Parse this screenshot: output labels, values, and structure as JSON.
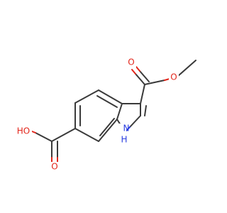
{
  "molecule": {
    "labels": {
      "ester_carbonyl_o": "O",
      "ester_ether_o": "O",
      "acid_hydroxyl": "HO",
      "acid_carbonyl_o": "O",
      "ring_nh": "H",
      "ring_n": "N"
    },
    "colors": {
      "bond": "#3a3a3a",
      "oxygen": "#e3261b",
      "nitrogen": "#2b3ee0"
    }
  }
}
